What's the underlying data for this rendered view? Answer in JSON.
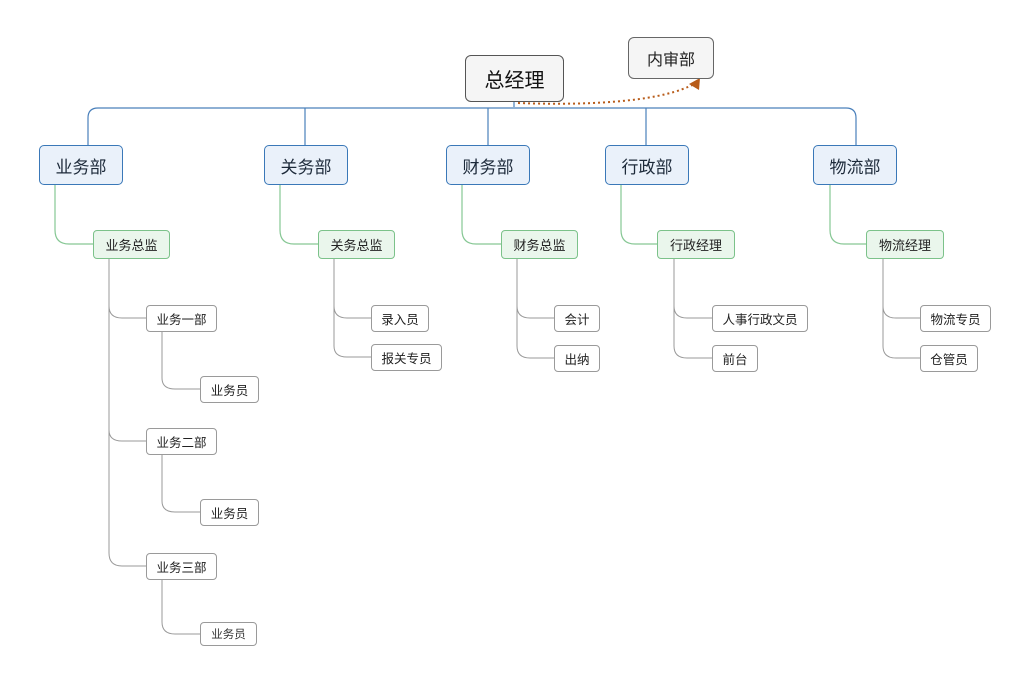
{
  "root": {
    "label": "总经理"
  },
  "floating": {
    "label": "内审部"
  },
  "departments": [
    {
      "label": "业务部",
      "manager": "业务总监",
      "units": [
        {
          "label": "业务一部",
          "staff": [
            "业务员"
          ]
        },
        {
          "label": "业务二部",
          "staff": [
            "业务员"
          ]
        },
        {
          "label": "业务三部",
          "staff": [
            "业务员"
          ]
        }
      ]
    },
    {
      "label": "关务部",
      "manager": "关务总监",
      "staff": [
        "录入员",
        "报关专员"
      ]
    },
    {
      "label": "财务部",
      "manager": "财务总监",
      "staff": [
        "会计",
        "出纳"
      ]
    },
    {
      "label": "行政部",
      "manager": "行政经理",
      "staff": [
        "人事行政文员",
        "前台"
      ]
    },
    {
      "label": "物流部",
      "manager": "物流经理",
      "staff": [
        "物流专员",
        "仓管员"
      ]
    }
  ],
  "colors": {
    "dept_line": "#4a80bb",
    "mgr_line": "#86c794",
    "leaf_line": "#9a9a9a",
    "relation_line": "#b85c1a"
  }
}
